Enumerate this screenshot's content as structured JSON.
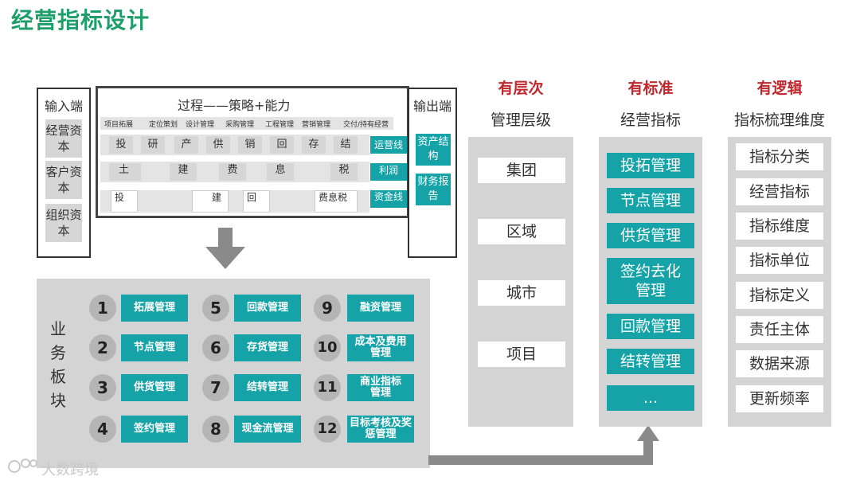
{
  "title": "经营指标设计",
  "input": {
    "header": "输入端",
    "items": [
      "经营资本",
      "客户资本",
      "组织资本"
    ]
  },
  "process": {
    "title": "过程——策略+能力",
    "stages": [
      "项目拓展",
      "定位策划",
      "设计管理",
      "采购管理",
      "工程管理",
      "营销管理",
      "交付/持有经营"
    ],
    "row1": [
      "投",
      "研",
      "产",
      "供",
      "销",
      "回",
      "存",
      "结"
    ],
    "row2": [
      "土",
      "建",
      "费",
      "息",
      "税"
    ],
    "row3": [
      "投",
      "建",
      "回",
      "费息税"
    ],
    "flows": [
      "运营线",
      "利润",
      "资金线"
    ]
  },
  "output": {
    "header": "输出端",
    "items": [
      "资产结构",
      "财务报告"
    ]
  },
  "business": {
    "label": "业务板块",
    "items": [
      {
        "num": "1",
        "label": "拓展管理"
      },
      {
        "num": "2",
        "label": "节点管理"
      },
      {
        "num": "3",
        "label": "供货管理"
      },
      {
        "num": "4",
        "label": "签约管理"
      },
      {
        "num": "5",
        "label": "回款管理"
      },
      {
        "num": "6",
        "label": "存货管理"
      },
      {
        "num": "7",
        "label": "结转管理"
      },
      {
        "num": "8",
        "label": "现金流管理"
      },
      {
        "num": "9",
        "label": "融资管理"
      },
      {
        "num": "10",
        "label": "成本及费用管理"
      },
      {
        "num": "11",
        "label": "商业指标管理"
      },
      {
        "num": "12",
        "label": "目标考核及奖惩管理"
      }
    ]
  },
  "hierarchy": {
    "head": "有层次",
    "sub": "管理层级",
    "items": [
      "集团",
      "区域",
      "城市",
      "项目"
    ]
  },
  "standard": {
    "head": "有标准",
    "sub": "经营指标",
    "items": [
      "投拓管理",
      "节点管理",
      "供货管理",
      "签约去化管理",
      "回款管理",
      "结转管理",
      "..."
    ]
  },
  "logic": {
    "head": "有逻辑",
    "sub": "指标梳理维度",
    "items": [
      "指标分类",
      "经营指标",
      "指标维度",
      "指标单位",
      "指标定义",
      "责任主体",
      "数据来源",
      "更新频率"
    ]
  },
  "watermark": "大数跨境",
  "colors": {
    "accent_green": "#1e9e6a",
    "teal": "#16a3a8",
    "red": "#c0282e",
    "panel_gray": "#d4d4d4"
  }
}
